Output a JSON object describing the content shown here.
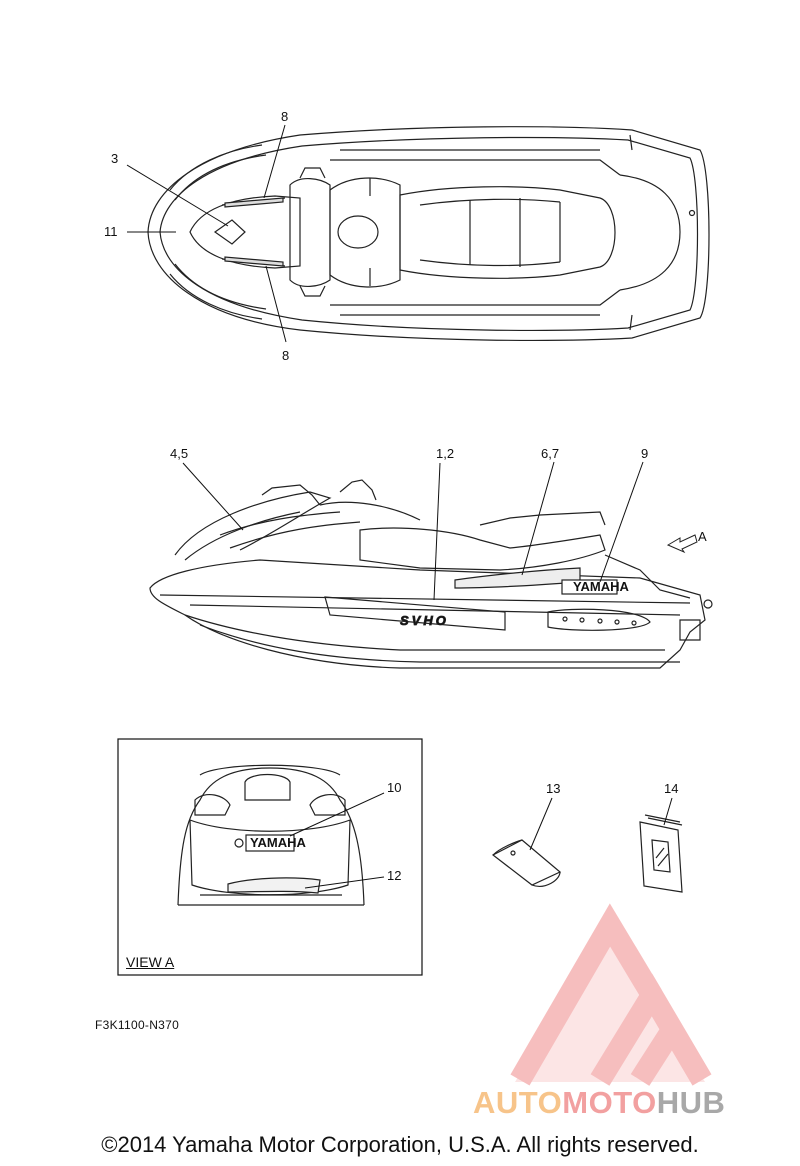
{
  "callouts": {
    "top_8a": "8",
    "top_3": "3",
    "top_11": "11",
    "top_8b": "8",
    "side_45": "4,5",
    "side_12": "1,2",
    "side_67": "6,7",
    "side_9": "9",
    "side_A": "A",
    "view_10": "10",
    "view_12": "12",
    "item_13": "13",
    "item_14": "14"
  },
  "decals": {
    "side_logo": "SVHO",
    "yamaha_side": "YAMAHA",
    "yamaha_rear": "YAMAHA"
  },
  "view_label": "VIEW A",
  "part_code": "F3K1100-N370",
  "copyright": "©2014 Yamaha Motor Corporation, U.S.A. All rights reserved.",
  "watermark": {
    "part1": "AUTO",
    "part2": "MOTO",
    "part3": "HUB",
    "colors": {
      "auto": "#f7c48a",
      "moto": "#f2a0a0",
      "hub": "#a8a8a8",
      "logo": "#f08a8a"
    }
  }
}
